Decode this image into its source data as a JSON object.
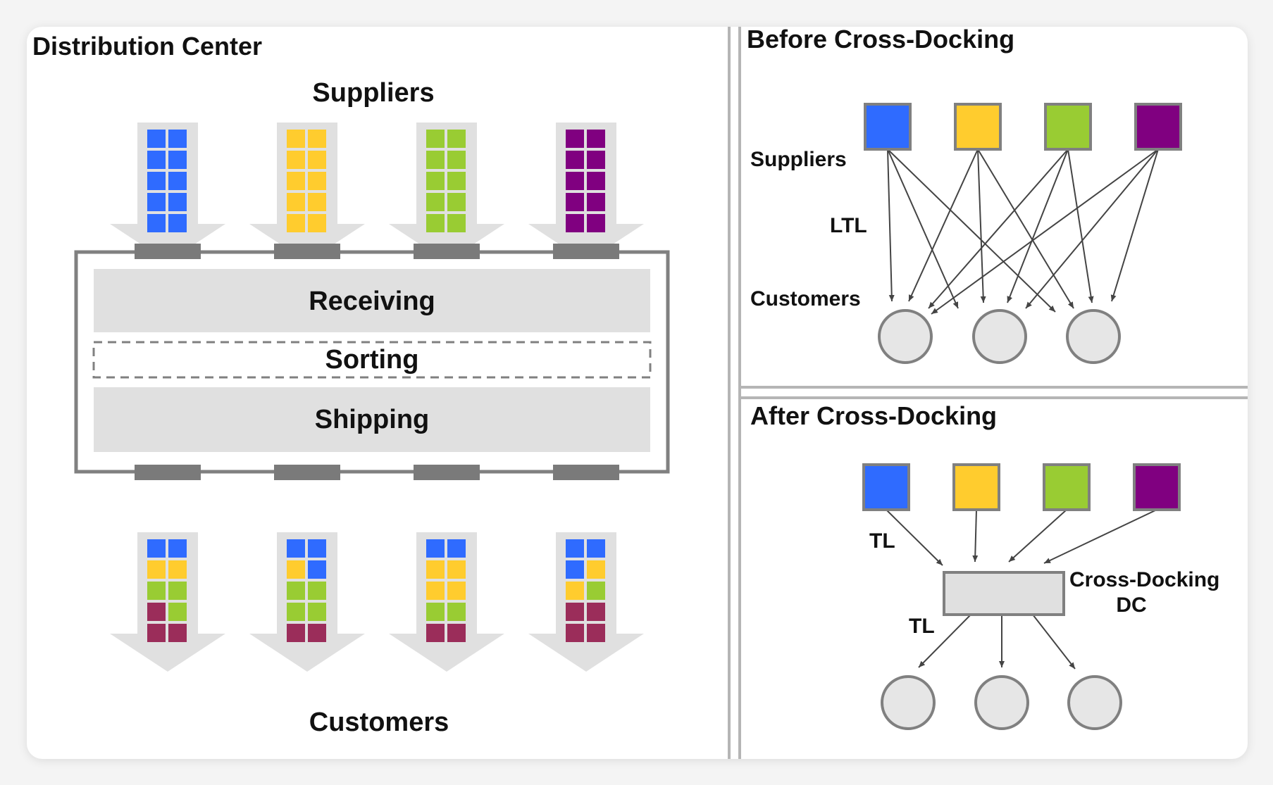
{
  "distribution_center": {
    "title": "Distribution Center",
    "suppliers_label": "Suppliers",
    "customers_label": "Customers",
    "zones": {
      "receiving": "Receiving",
      "sorting": "Sorting",
      "shipping": "Shipping"
    },
    "inbound_stacks": [
      [
        "blue",
        "blue",
        "blue",
        "blue",
        "blue",
        "blue",
        "blue",
        "blue",
        "blue",
        "blue"
      ],
      [
        "yellow",
        "yellow",
        "yellow",
        "yellow",
        "yellow",
        "yellow",
        "yellow",
        "yellow",
        "yellow",
        "yellow"
      ],
      [
        "green",
        "green",
        "green",
        "green",
        "green",
        "green",
        "green",
        "green",
        "green",
        "green"
      ],
      [
        "purple",
        "purple",
        "purple",
        "purple",
        "purple",
        "purple",
        "purple",
        "purple",
        "purple",
        "purple"
      ]
    ],
    "outbound_stacks": [
      [
        "blue",
        "blue",
        "yellow",
        "yellow",
        "green",
        "green",
        "maroon",
        "green",
        "maroon",
        "maroon"
      ],
      [
        "blue",
        "blue",
        "yellow",
        "blue",
        "green",
        "green",
        "green",
        "green",
        "maroon",
        "maroon"
      ],
      [
        "blue",
        "blue",
        "yellow",
        "yellow",
        "yellow",
        "yellow",
        "green",
        "green",
        "maroon",
        "maroon"
      ],
      [
        "blue",
        "blue",
        "blue",
        "yellow",
        "yellow",
        "green",
        "maroon",
        "maroon",
        "maroon",
        "maroon"
      ]
    ]
  },
  "before": {
    "title": "Before Cross-Docking",
    "suppliers_label": "Suppliers",
    "ltl_label": "LTL",
    "customers_label": "Customers",
    "supplier_colors": [
      "blue",
      "yellow",
      "green",
      "purple"
    ]
  },
  "after": {
    "title": "After Cross-Docking",
    "tl_label_top": "TL",
    "tl_label_bottom": "TL",
    "dc_label_line1": "Cross-Docking",
    "dc_label_line2": "DC",
    "supplier_colors": [
      "blue",
      "yellow",
      "green",
      "purple"
    ]
  },
  "colors": {
    "blue": "#2f6bff",
    "yellow": "#ffcc2e",
    "green": "#99cc33",
    "purple": "#800080",
    "maroon": "#9b2d5a",
    "arrow_fill": "#e0e0e0",
    "zone_fill": "#e0e0e0",
    "frame": "#808080",
    "dock": "#7a7a7a",
    "circle_fill": "#e6e6e6"
  }
}
